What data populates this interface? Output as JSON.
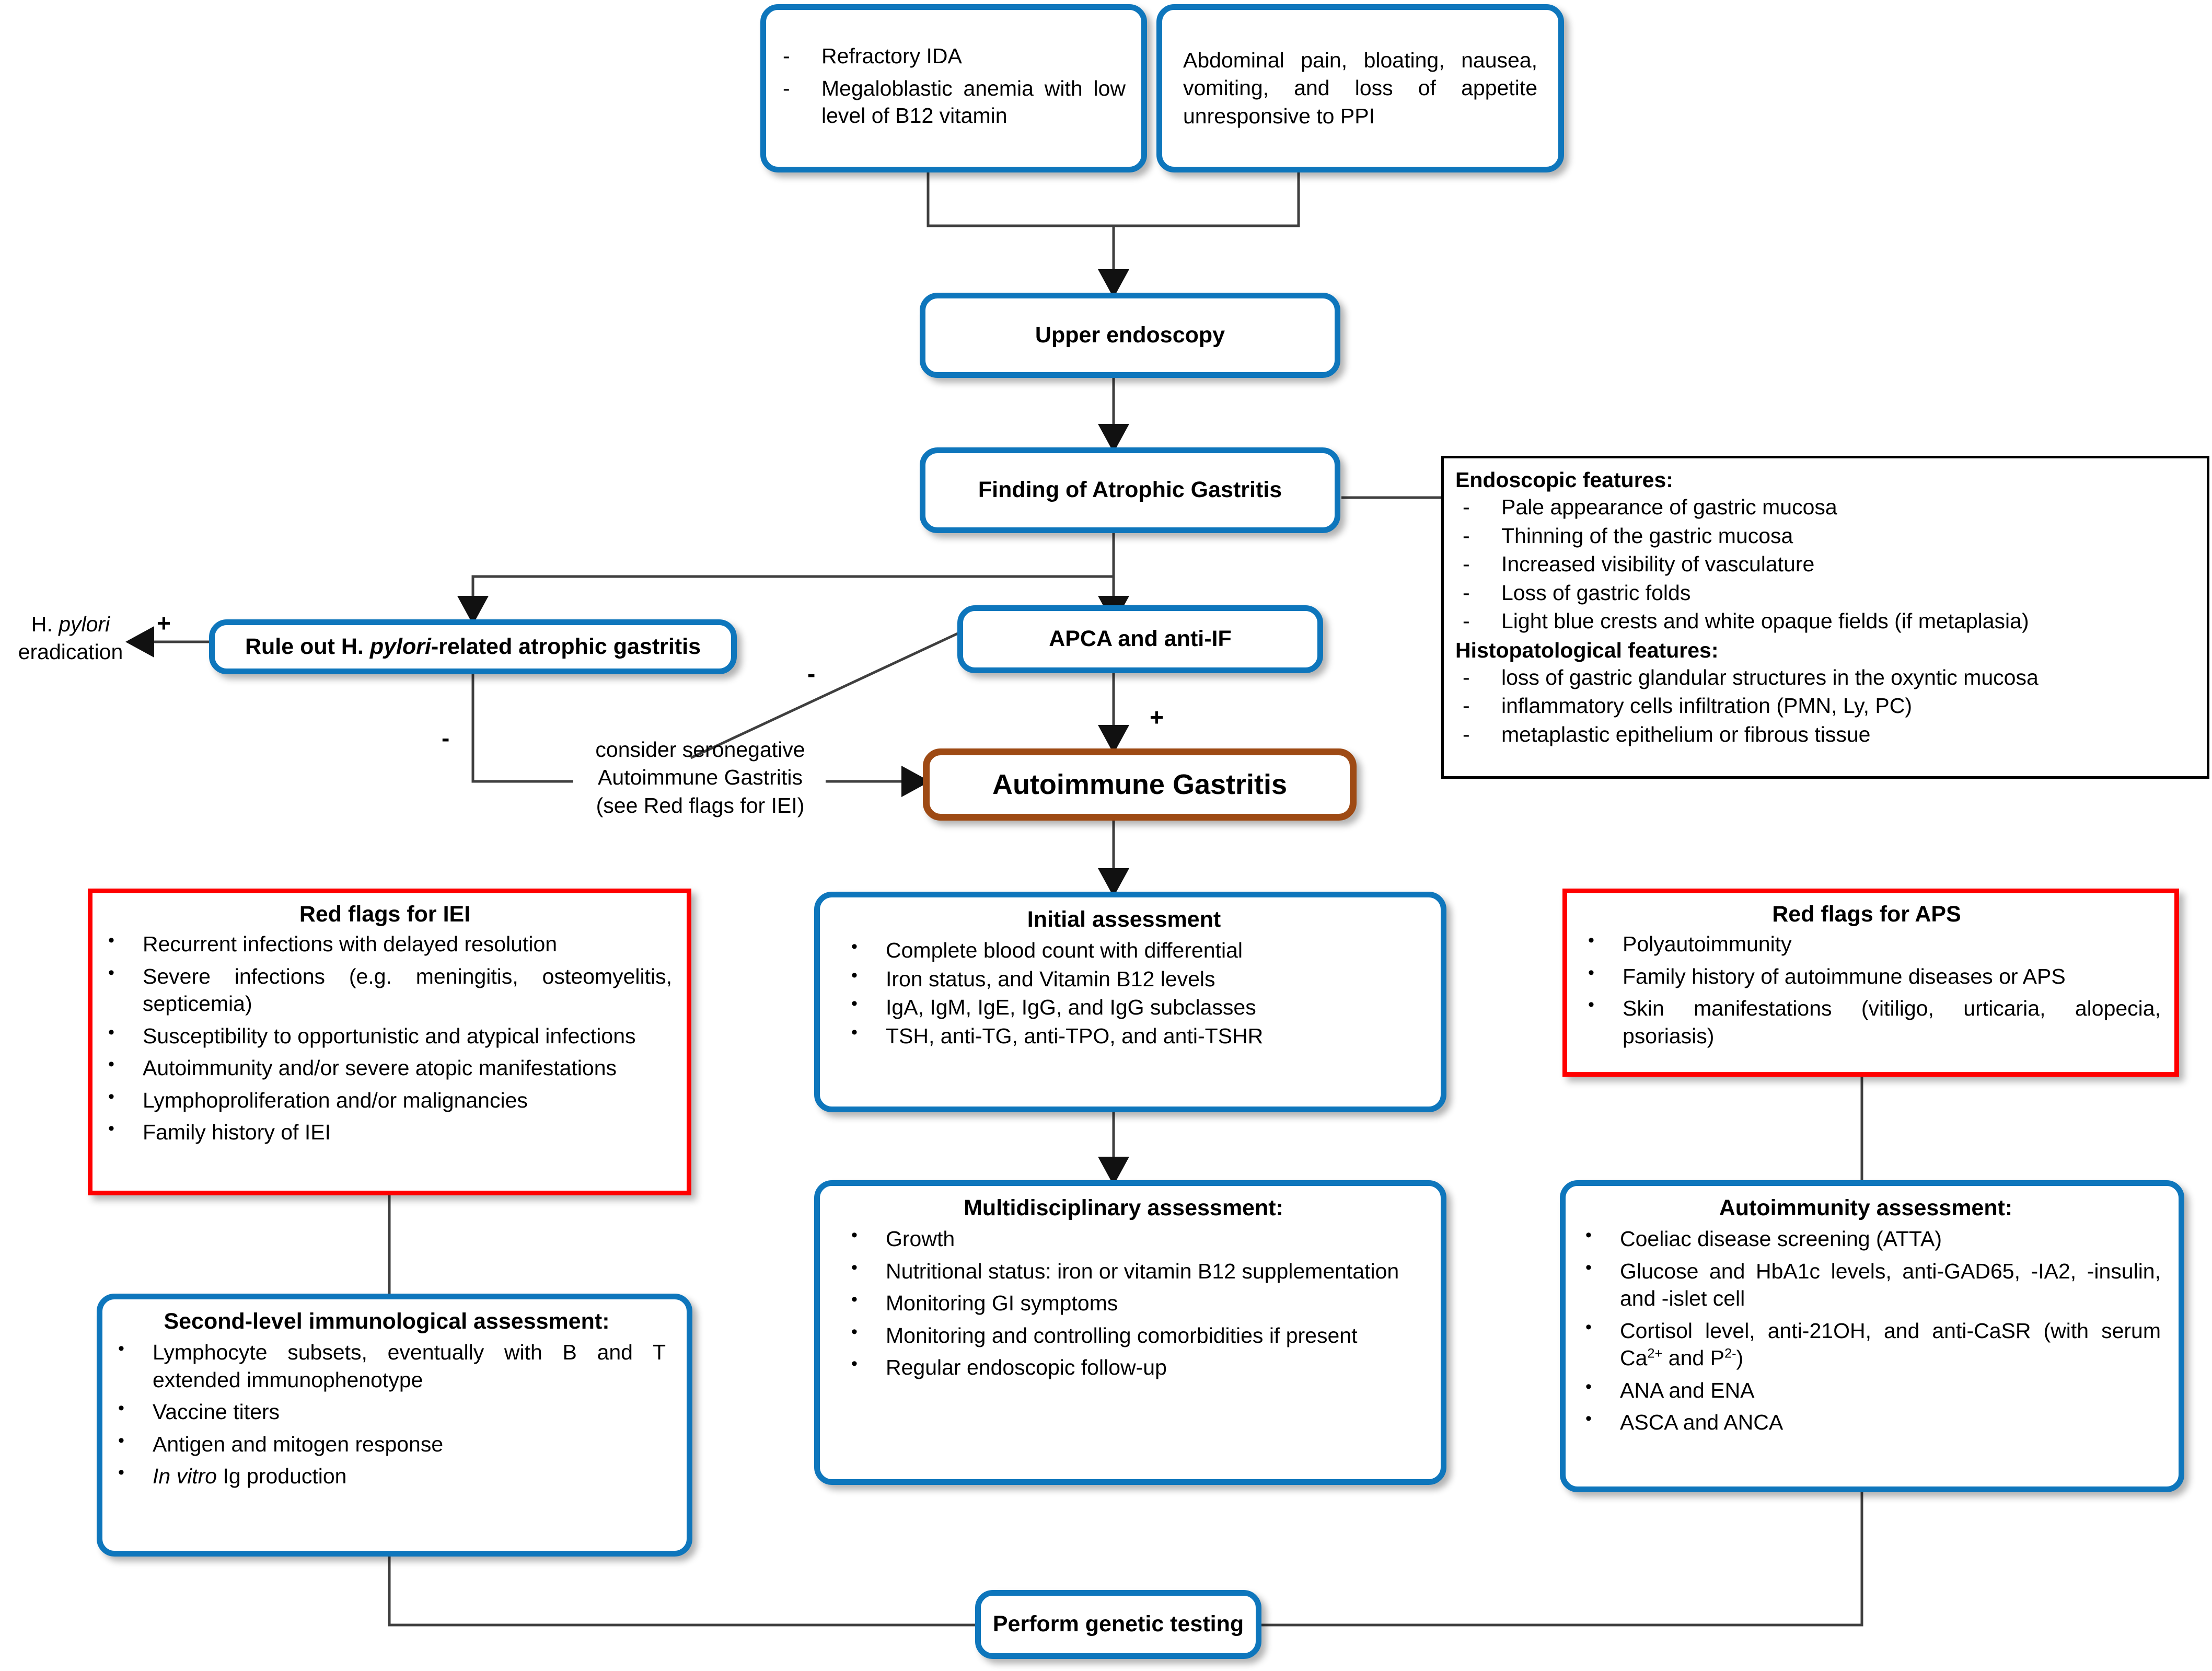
{
  "nodes": {
    "symptoms_hematologic": {
      "items": [
        "Refractory IDA",
        "Megaloblastic anemia with low level of B12 vitamin"
      ]
    },
    "symptoms_gi": {
      "text": "Abdominal pain, bloating, nausea, vomiting, and loss of appetite unresponsive to PPI"
    },
    "upper_endoscopy": {
      "title": "Upper endoscopy"
    },
    "finding_atrophic_gastritis": {
      "title": "Finding of Atrophic Gastritis"
    },
    "rule_out_hpylori": {
      "prefix": "Rule out H. ",
      "italic": "pylori",
      "suffix": "-related atrophic gastritis"
    },
    "hpylori_eradication": {
      "line1": "H. pylori",
      "line2": "eradication"
    },
    "apca_antiif": {
      "title": "APCA and anti-IF"
    },
    "seronegative_note": {
      "line1": "consider seronegative",
      "line2": "Autoimmune Gastritis",
      "line3": "(see Red flags for IEI)"
    },
    "autoimmune_gastritis": {
      "title": "Autoimmune Gastritis"
    },
    "features_panel": {
      "endoscopic_header": "Endoscopic features:",
      "endoscopic_items": [
        "Pale appearance of gastric mucosa",
        "Thinning of the gastric mucosa",
        "Increased visibility of vasculature",
        "Loss of gastric folds",
        "Light blue crests and white opaque fields (if metaplasia)"
      ],
      "histo_header": "Histopatological features:",
      "histo_items": [
        "loss of gastric glandular structures in the oxyntic mucosa",
        "inflammatory cells infiltration (PMN, Ly, PC)",
        "metaplastic epithelium or fibrous tissue"
      ]
    },
    "red_flags_iei": {
      "title": "Red flags for IEI",
      "items": [
        "Recurrent infections with delayed resolution",
        "Severe infections (e.g. meningitis, osteomyelitis, septicemia)",
        "Susceptibility to opportunistic and atypical infections",
        "Autoimmunity and/or severe atopic manifestations",
        "Lymphoproliferation and/or malignancies",
        "Family history of IEI"
      ]
    },
    "initial_assessment": {
      "title": "Initial assessment",
      "items": [
        "Complete blood count with differential",
        "Iron status, and Vitamin B12 levels",
        "IgA, IgM, IgE, IgG, and IgG subclasses",
        "TSH, anti-TG, anti-TPO, and anti-TSHR"
      ]
    },
    "red_flags_aps": {
      "title": "Red flags for APS",
      "items": [
        "Polyautoimmunity",
        "Family history of autoimmune diseases or APS",
        "Skin manifestations (vitiligo, urticaria, alopecia, psoriasis)"
      ]
    },
    "multidisciplinary_assessment": {
      "title": "Multidisciplinary assessment:",
      "items": [
        "Growth",
        "Nutritional status: iron or vitamin B12 supplementation",
        "Monitoring GI symptoms",
        "Monitoring and controlling comorbidities if present",
        "Regular endoscopic follow-up"
      ]
    },
    "autoimmunity_assessment": {
      "title": "Autoimmunity assessment:",
      "items": [
        "Coeliac disease screening (ATTA)",
        "Glucose and HbA1c levels, anti-GAD65, -IA2, -insulin, and -islet cell",
        "Cortisol level, anti-21OH, and anti-CaSR (with serum Ca2+ and P2-)",
        "ANA and ENA",
        "ASCA and ANCA"
      ]
    },
    "second_level_immunological": {
      "title": "Second-level immunological assessment:",
      "items": [
        "Lymphocyte subsets, eventually with B and T extended immunophenotype",
        "Vaccine titers",
        "Antigen and mitogen response",
        "In vitro Ig production"
      ]
    },
    "perform_genetic_testing": {
      "title": "Perform genetic testing"
    }
  },
  "edge_labels": {
    "hpylori_positive": "+",
    "hpylori_negative": "-",
    "apca_negative": "-",
    "apca_positive": "+"
  },
  "colors": {
    "blue_border": "#0E76BC",
    "brown_border": "#9E4A14",
    "red_border": "#FF0000",
    "black_border": "#000000",
    "connector": "#3F3F3F",
    "background": "#FFFFFF"
  }
}
